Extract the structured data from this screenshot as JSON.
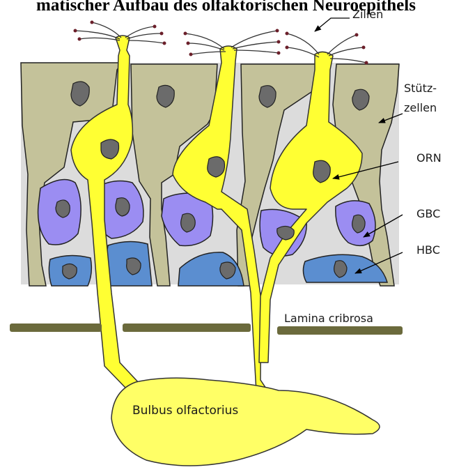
{
  "diagram": {
    "title": "matischer Aufbau des olfaktorischen Neuroepithels",
    "labels": {
      "zilien": "Zilien",
      "stuetz_line1": "Stütz-",
      "stuetz_line2": "zellen",
      "orn": "ORN",
      "gbc": "GBC",
      "hbc": "HBC",
      "lamina": "Lamina cribrosa",
      "bulbus": "Bulbus olfactorius"
    },
    "colors": {
      "background_tissue": "#dcdcdc",
      "supporting_cell": "#c4c29a",
      "nucleus": "#6b6b6b",
      "neuron": "#ffff33",
      "gbc_cell": "#9b8df2",
      "hbc_cell": "#5b8ed0",
      "lamina_bar": "#6b6a3c",
      "cilia_tip": "#6b1f2a"
    }
  }
}
